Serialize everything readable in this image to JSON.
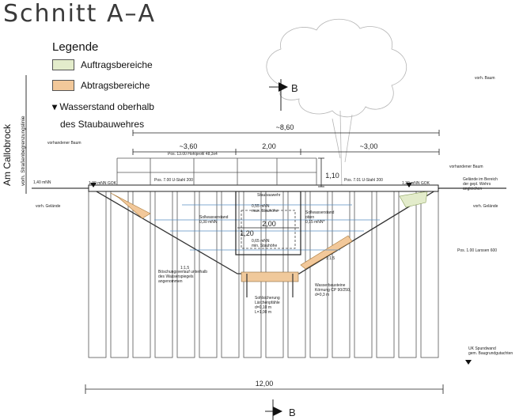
{
  "title": "Schnitt A–A",
  "legend": {
    "heading": "Legende",
    "items": [
      {
        "label": "Auftragsbereiche",
        "color": "#e3eccb"
      },
      {
        "label": "Abtragsbereiche",
        "color": "#f2c89a"
      }
    ],
    "water_line1": "Wasserstand  oberhalb",
    "water_line2": "des  Staubauwehres"
  },
  "side_label": "Am Callobrock",
  "side_sublabel": "vorh. Straßenbegrenzungslinie",
  "section_marker": "B",
  "dimensions": {
    "total_top": "~8,60",
    "left": "~3,60",
    "mid": "2,00",
    "right": "~3,00",
    "height_rail": "1,10",
    "weir_width": "2,00",
    "weir_height": "1,20",
    "total_bottom": "12,00"
  },
  "annotations": {
    "railing": "Pos. 13.00 Hohlprofil 48,3x4",
    "beam_left": "Pos. 7.00 U-Stahl 200",
    "beam_right": "Pos. 7.01 U-Stahl 200",
    "level_left": "1,30 mNN GOK",
    "level_right": "1,30 mNN GOK",
    "ground_left": "vorh. Gelände",
    "ground_right": "vorh. Gelände",
    "edge_left": "1,40 mNN",
    "weir": "Staubauwehr",
    "stau_max": "0,55 mNN\nmax. Stauhöhe",
    "stau_min": "0,65 mNN\nmin. Stauhöhe",
    "soll_left": "Sollwasserstand\n0,30 mNN",
    "soll_right": "Sollwasserstand\noben\n0,15 mNN*",
    "slope_left": "1:1,5",
    "slope_right": "1:1,5",
    "boeschung": "Böschungsverlauf unterhalb\ndes Wasserspiegels\nangenommen",
    "sohle": "Sohlsicherung\nLärchenpfähle\nd=0,10 m\nL=1,00 m",
    "bausteine": "Wasserbausteine\nKörnung CP 90/250,\nd=0,3 m",
    "spundwand": "Pos. 1.00 Larssen 600",
    "gelaende_right": "Gelände im Bereich\nder gepl. Wehrs\nangleichen",
    "uk": "UK Spundwand\ngem. Baugrundgutachten",
    "baum_left": "vorhandener Baum",
    "baum_right": "vorhandener Baum",
    "baum_top": "vorh. Baum"
  }
}
